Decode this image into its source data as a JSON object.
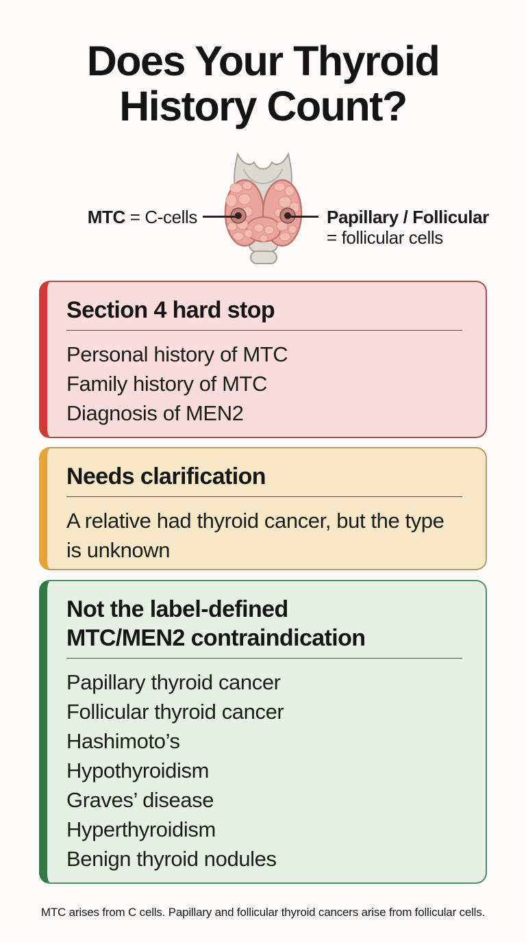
{
  "title": {
    "lines": [
      "Does Your Thyroid",
      "History Count?"
    ]
  },
  "diagram": {
    "illustration": "thyroid-gland-front-view",
    "left_label": {
      "bold": "MTC",
      "rest": "= C-cells"
    },
    "right_label": {
      "line1_bold": "Papillary / Follicular",
      "line2": "= follicular cells"
    }
  },
  "boxes": [
    {
      "id": "section-4-hard-stop",
      "heading_lines": [
        "Section 4 hard stop"
      ],
      "items": [
        "Personal history of MTC",
        "Family history of MTC",
        "Diagnosis of MEN2"
      ],
      "colors": {
        "bg": "#f8dddc",
        "border": "#a5504a",
        "accent": "#ce3a34"
      }
    },
    {
      "id": "needs-clarification",
      "heading_lines": [
        "Needs clarification"
      ],
      "items": [
        "A relative had thyroid cancer, but the type is unknown"
      ],
      "colors": {
        "bg": "#f6e8c7",
        "border": "#b09a6a",
        "accent": "#e8a237"
      }
    },
    {
      "id": "not-label-defined-contraindication",
      "heading_lines": [
        "Not the label-defined",
        "MTC/MEN2 contraindication"
      ],
      "items": [
        "Papillary thyroid cancer",
        "Follicular thyroid cancer",
        "Hashimoto’s",
        "Hypothyroidism",
        "Graves’ disease",
        "Hyperthyroidism",
        "Benign thyroid nodules"
      ],
      "colors": {
        "bg": "#e6f0e4",
        "border": "#4e8d5c",
        "accent": "#307b43"
      }
    }
  ],
  "footer": {
    "note": "MTC arises from C cells. Papillary and follicular thyroid cancers arise from follicular cells."
  }
}
